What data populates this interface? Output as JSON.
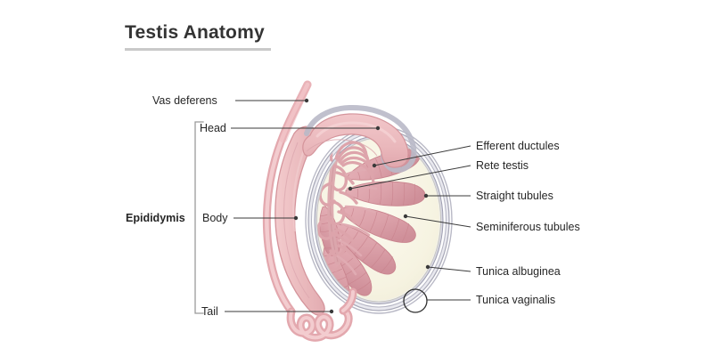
{
  "page": {
    "title": "Testis Anatomy",
    "background_color": "#ffffff",
    "title_color": "#333333",
    "title_rule_color": "#c9c9c9"
  },
  "palette": {
    "epididymis_fill": "#eab8bb",
    "epididymis_fill_light": "#f0c6c9",
    "epididymis_stroke": "#d9949c",
    "duct_fill": "#e8aeb4",
    "tubule_fill": "#dda0a8",
    "tubule_stroke": "#c8838d",
    "interior_cream": "#f6f3e2",
    "interior_cream_light": "#fbf9ee",
    "tunica_albuginea": "#efeff2",
    "tunica_vaginalis": "#a9a9b8",
    "tunica_vaginalis_mid": "#c7c7d2",
    "leader_line": "#3a3a3a",
    "bracket_color": "#9a9a9a",
    "marker_circle": "#2f2f2f"
  },
  "labels": {
    "left": [
      {
        "id": "vas-deferens",
        "text": "Vas deferens",
        "bold": false
      },
      {
        "id": "head",
        "text": "Head",
        "bold": false
      },
      {
        "id": "epididymis",
        "text": "Epididymis",
        "bold": true
      },
      {
        "id": "body",
        "text": "Body",
        "bold": false
      },
      {
        "id": "tail",
        "text": "Tail",
        "bold": false
      }
    ],
    "right": [
      {
        "id": "efferent-ductules",
        "text": "Efferent ductules"
      },
      {
        "id": "rete-testis",
        "text": "Rete testis"
      },
      {
        "id": "straight-tubules",
        "text": "Straight tubules"
      },
      {
        "id": "seminiferous-tubules",
        "text": "Seminiferous tubules"
      },
      {
        "id": "tunica-albuginea",
        "text": "Tunica albuginea"
      },
      {
        "id": "tunica-vaginalis",
        "text": "Tunica vaginalis"
      }
    ]
  },
  "bracket": {
    "group_label": "Epididymis",
    "members": [
      "Head",
      "Body",
      "Tail"
    ]
  }
}
